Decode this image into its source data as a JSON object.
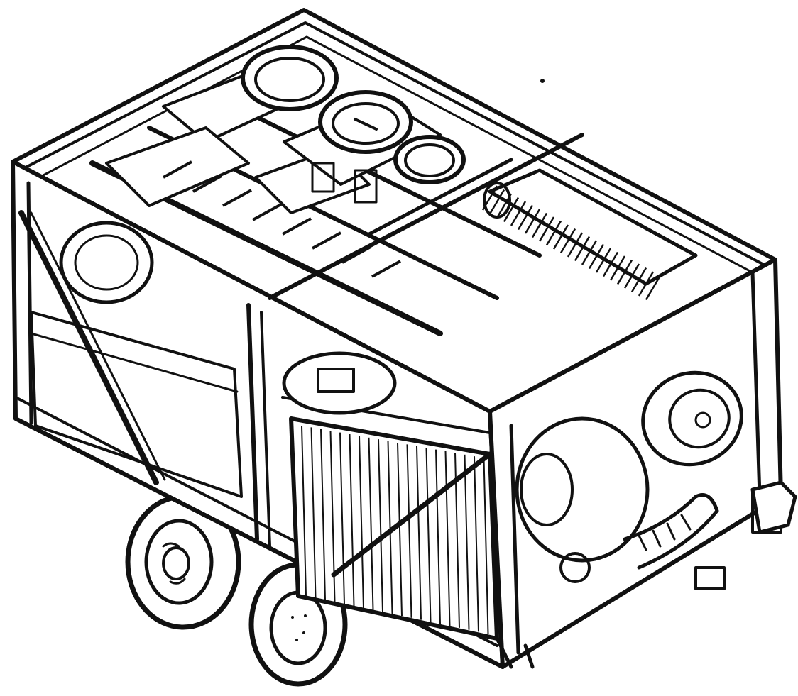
{
  "figure": {
    "subject": "equipment-trailer-line-drawing",
    "background": "#ffffff",
    "ink": "#111111",
    "style": "black-and-white technical line illustration",
    "wheel_count_visible": 2,
    "gauge_count": 3
  }
}
